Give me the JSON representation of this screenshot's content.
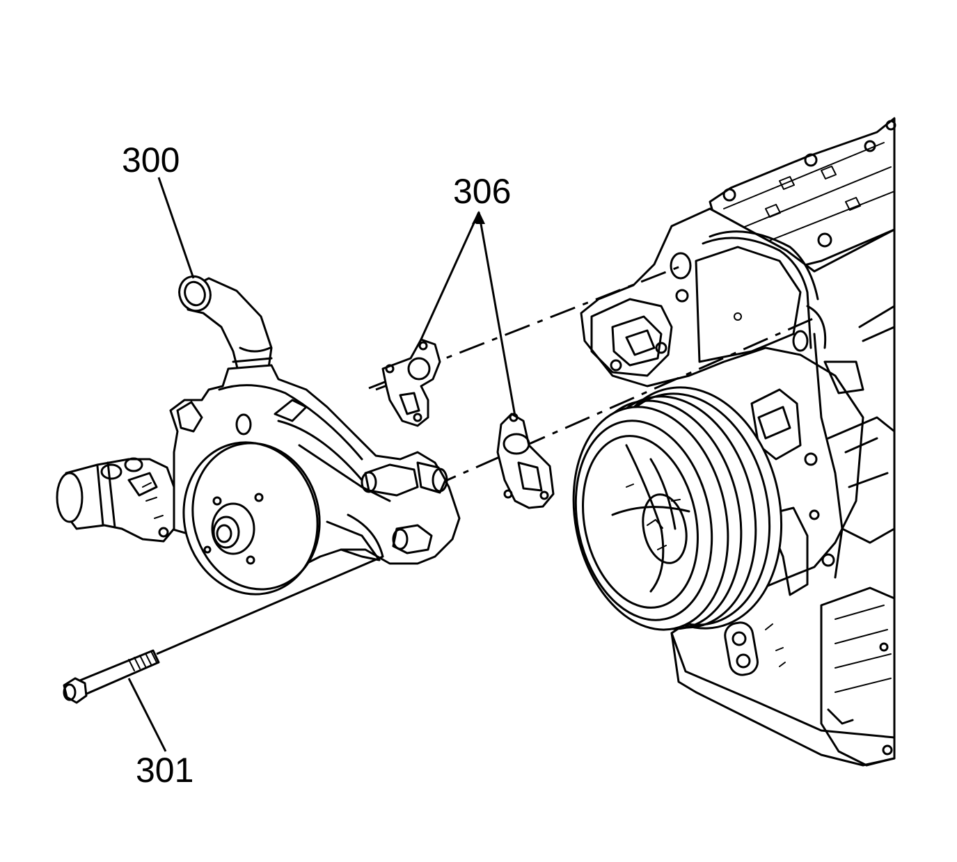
{
  "callouts": {
    "water_pump": "300",
    "gaskets": "306",
    "bolt": "301"
  },
  "colors": {
    "ink": "#000000",
    "background": "#ffffff"
  }
}
